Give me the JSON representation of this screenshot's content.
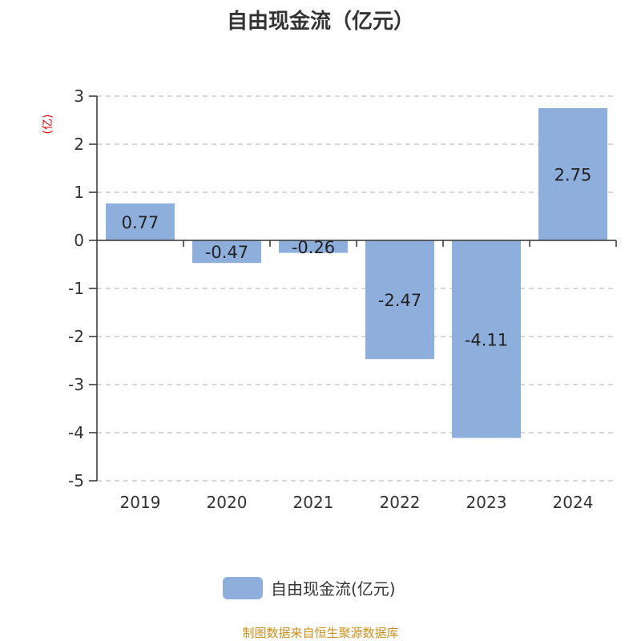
{
  "chart_data": {
    "type": "bar",
    "title": "自由现金流（亿元）",
    "ylabel": "(亿)",
    "xlabel": "",
    "categories": [
      "2019",
      "2020",
      "2021",
      "2022",
      "2023",
      "2024"
    ],
    "series": [
      {
        "name": "自由现金流(亿元)",
        "values": [
          0.77,
          -0.47,
          -0.26,
          -2.47,
          -4.11,
          2.75
        ],
        "color": "#8eaedb"
      }
    ],
    "data_labels": [
      "0.77",
      "-0.47",
      "-0.26",
      "-2.47",
      "-4.11",
      "2.75"
    ],
    "ylim": [
      -5,
      3
    ],
    "yticks": [
      3,
      2,
      1,
      0,
      -1,
      -2,
      -3,
      -4,
      -5
    ],
    "grid": true,
    "legend_position": "bottom"
  },
  "source": "制图数据来自恒生聚源数据库",
  "colors": {
    "bar": "#8eaedb",
    "ylabel": "#e00000",
    "source": "#c8901e"
  }
}
